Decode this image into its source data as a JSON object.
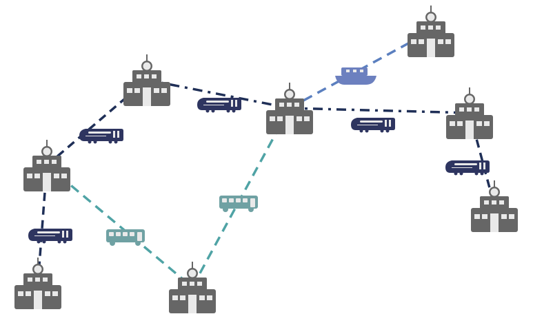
{
  "colors": {
    "station": "#666666",
    "station_window": "#e9e9e9",
    "train": "#2e3560",
    "train_line": "#1f2f57",
    "bus": "#6fa1a3",
    "bus_line": "#4fa3a5",
    "boat": "#6c80bf",
    "boat_line": "#5b7fbf"
  },
  "stations": [
    "s1",
    "s2",
    "s3",
    "s4",
    "s5",
    "s6",
    "s7",
    "s8"
  ],
  "connections": [
    {
      "from": "s5",
      "to": "s1",
      "mode": "train"
    },
    {
      "from": "s1",
      "to": "s2",
      "mode": "train"
    },
    {
      "from": "s2",
      "to": "s3",
      "mode": "boat"
    },
    {
      "from": "s2",
      "to": "s4",
      "mode": "train"
    },
    {
      "from": "s4",
      "to": "s6",
      "mode": "train"
    },
    {
      "from": "s5",
      "to": "s7",
      "mode": "train"
    },
    {
      "from": "s5",
      "to": "s8",
      "mode": "bus"
    },
    {
      "from": "s8",
      "to": "s2",
      "mode": "bus"
    }
  ]
}
